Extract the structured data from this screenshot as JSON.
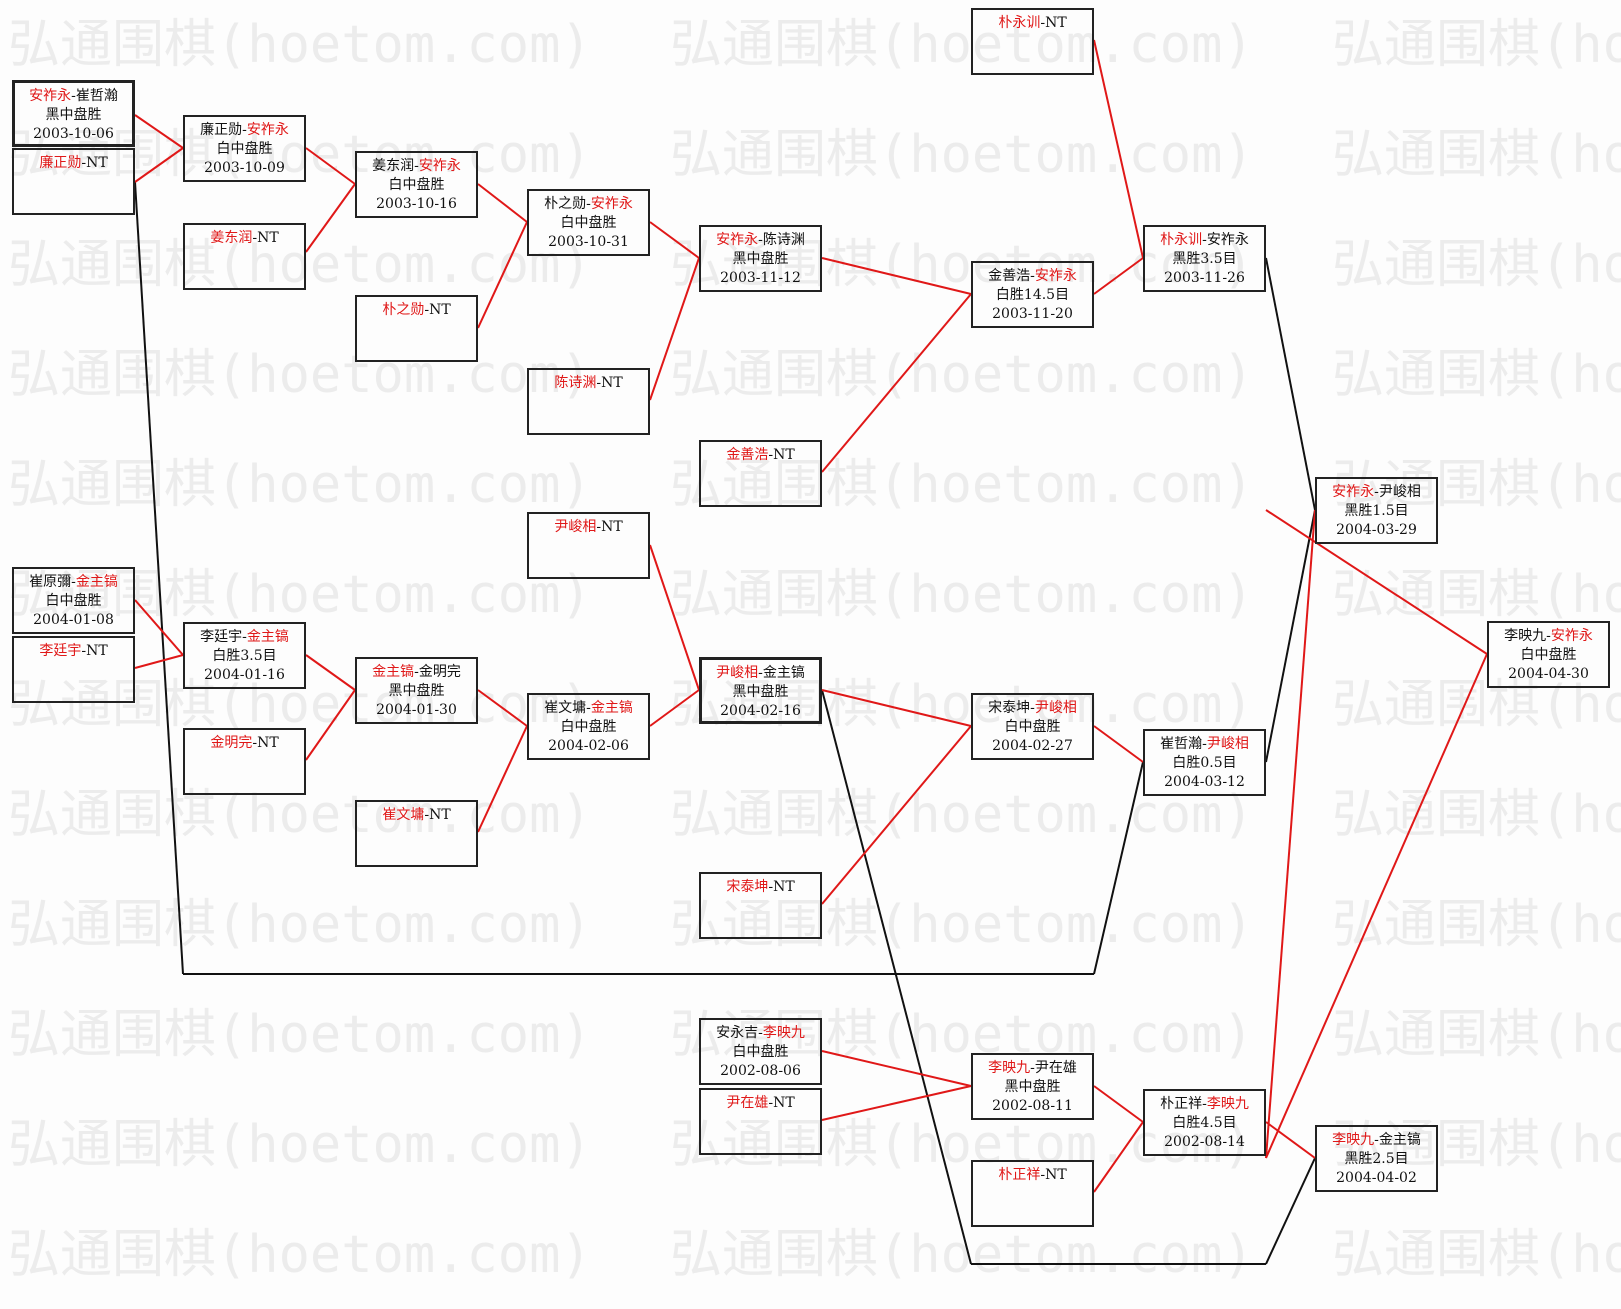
{
  "watermark": "弘通围棋(hoetom.com)",
  "colors": {
    "winner": "#e01818",
    "text": "#111111",
    "box_border": "#222222"
  },
  "matches": {
    "r1m1": {
      "p1": "安祚永",
      "sep": "-",
      "p2": "崔哲瀚",
      "result": "黑中盘胜",
      "date": "2003-10-06"
    },
    "r1m1b": {
      "p1": "廉正勋",
      "sep": "-",
      "p2": "NT"
    },
    "r1m2": {
      "p1": "崔原彌",
      "sep": "-",
      "p2": "金主镐",
      "result": "白中盘胜",
      "date": "2004-01-08"
    },
    "r1m2b": {
      "p1": "李廷宇",
      "sep": "-",
      "p2": "NT"
    },
    "r2m1": {
      "p1": "廉正勋",
      "sep": "-",
      "p2": "安祚永",
      "result": "白中盘胜",
      "date": "2003-10-09"
    },
    "r2m1b": {
      "p1": "姜东润",
      "sep": "-",
      "p2": "NT"
    },
    "r2m2": {
      "p1": "李廷宇",
      "sep": "-",
      "p2": "金主镐",
      "result": "白胜3.5目",
      "date": "2004-01-16"
    },
    "r2m2b": {
      "p1": "金明完",
      "sep": "-",
      "p2": "NT"
    },
    "r3m1": {
      "p1": "姜东润",
      "sep": "-",
      "p2": "安祚永",
      "result": "白中盘胜",
      "date": "2003-10-16"
    },
    "r3m1b": {
      "p1": "朴之勋",
      "sep": "-",
      "p2": "NT"
    },
    "r3m2": {
      "p1": "金主镐",
      "sep": "-",
      "p2": "金明完",
      "result": "黑中盘胜",
      "date": "2004-01-30"
    },
    "r3m2b": {
      "p1": "崔文墉",
      "sep": "-",
      "p2": "NT"
    },
    "r4m1": {
      "p1": "朴之勋",
      "sep": "-",
      "p2": "安祚永",
      "result": "白中盘胜",
      "date": "2003-10-31"
    },
    "r4m1b": {
      "p1": "陈诗渊",
      "sep": "-",
      "p2": "NT"
    },
    "r4m2b": {
      "p1": "尹峻相",
      "sep": "-",
      "p2": "NT"
    },
    "r4m2": {
      "p1": "崔文墉",
      "sep": "-",
      "p2": "金主镐",
      "result": "白中盘胜",
      "date": "2004-02-06"
    },
    "r5m1": {
      "p1": "安祚永",
      "sep": "-",
      "p2": "陈诗渊",
      "result": "黑中盘胜",
      "date": "2003-11-12"
    },
    "r5m1b": {
      "p1": "金善浩",
      "sep": "-",
      "p2": "NT"
    },
    "r5m2": {
      "p1": "尹峻相",
      "sep": "-",
      "p2": "金主镐",
      "result": "黑中盘胜",
      "date": "2004-02-16"
    },
    "r5m2b": {
      "p1": "宋泰坤",
      "sep": "-",
      "p2": "NT"
    },
    "r5m3": {
      "p1": "安永吉",
      "sep": "-",
      "p2": "李映九",
      "result": "白中盘胜",
      "date": "2002-08-06"
    },
    "r5m3b": {
      "p1": "尹在雄",
      "sep": "-",
      "p2": "NT"
    },
    "r6top": {
      "p1": "朴永训",
      "sep": "-",
      "p2": "NT"
    },
    "r6m1": {
      "p1": "金善浩",
      "sep": "-",
      "p2": "安祚永",
      "result": "白胜14.5目",
      "date": "2003-11-20"
    },
    "r6m2": {
      "p1": "宋泰坤",
      "sep": "-",
      "p2": "尹峻相",
      "result": "白中盘胜",
      "date": "2004-02-27"
    },
    "r6m3": {
      "p1": "李映九",
      "sep": "-",
      "p2": "尹在雄",
      "result": "黑中盘胜",
      "date": "2002-08-11"
    },
    "r6m3b": {
      "p1": "朴正祥",
      "sep": "-",
      "p2": "NT"
    },
    "r7m1": {
      "p1": "朴永训",
      "sep": "-",
      "p2": "安祚永",
      "result": "黑胜3.5目",
      "date": "2003-11-26"
    },
    "r7m2": {
      "p1": "崔哲瀚",
      "sep": "-",
      "p2": "尹峻相",
      "result": "白胜0.5目",
      "date": "2004-03-12"
    },
    "r7m3": {
      "p1": "朴正祥",
      "sep": "-",
      "p2": "李映九",
      "result": "白胜4.5目",
      "date": "2002-08-14"
    },
    "r8m1": {
      "p1": "安祚永",
      "sep": "-",
      "p2": "尹峻相",
      "result": "黑胜1.5目",
      "date": "2004-03-29"
    },
    "r8m2": {
      "p1": "李映九",
      "sep": "-",
      "p2": "金主镐",
      "result": "黑胜2.5目",
      "date": "2004-04-02"
    },
    "final": {
      "p1": "李映九",
      "sep": "-",
      "p2": "安祚永",
      "result": "白中盘胜",
      "date": "2004-04-30"
    }
  }
}
